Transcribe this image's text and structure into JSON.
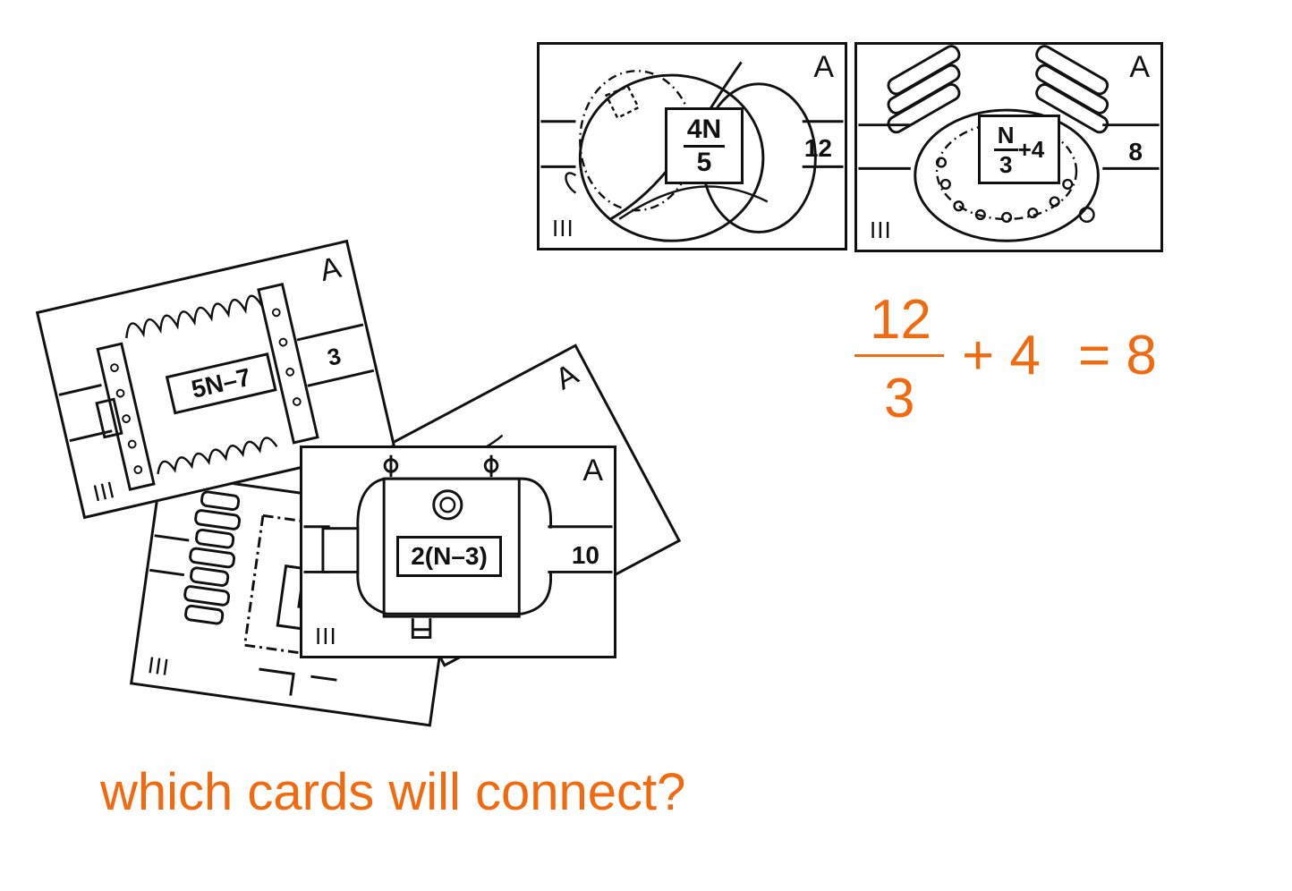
{
  "cards": {
    "top_left": {
      "corner": "A",
      "expr_num": "4N",
      "expr_den": "5",
      "edge": "12",
      "tally": "III"
    },
    "top_right": {
      "corner": "A",
      "expr_num": "N",
      "expr_den": "3",
      "expr_rest": "+4",
      "edge": "8",
      "tally": "III"
    },
    "tilted_left": {
      "corner": "A",
      "expr": "5N–7",
      "edge": "3",
      "tally": "III"
    },
    "tilted_back": {
      "corner": "A"
    },
    "partial_back": {
      "expr_partial": "N",
      "tally": "III"
    },
    "front": {
      "corner": "A",
      "expr": "2(N–3)",
      "edge": "10",
      "tally": "III"
    }
  },
  "equation": {
    "numerator": "12",
    "denominator": "3",
    "plus": "+ 4",
    "equals": "= 8"
  },
  "question": "which cards will connect?",
  "colors": {
    "accent": "#f26a10",
    "ink": "#111111"
  }
}
